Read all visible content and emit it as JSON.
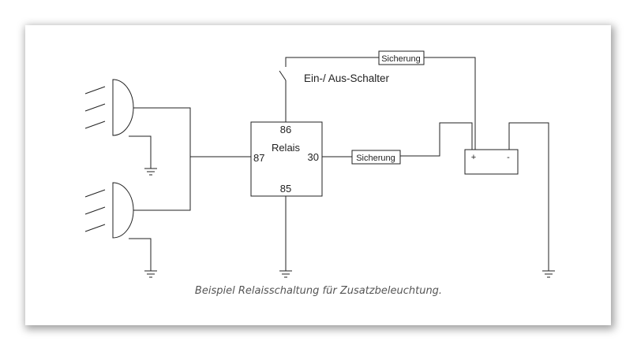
{
  "diagram": {
    "switch_label": "Ein-/ Aus-Schalter",
    "relay": {
      "name": "Relais",
      "pin_86": "86",
      "pin_87": "87",
      "pin_30": "30",
      "pin_85": "85"
    },
    "fuse_top": "Sicherung",
    "fuse_mid": "Sicherung",
    "battery": {
      "plus": "+",
      "minus": "-"
    }
  },
  "caption": "Beispiel Relaisschaltung für Zusatzbeleuchtung."
}
